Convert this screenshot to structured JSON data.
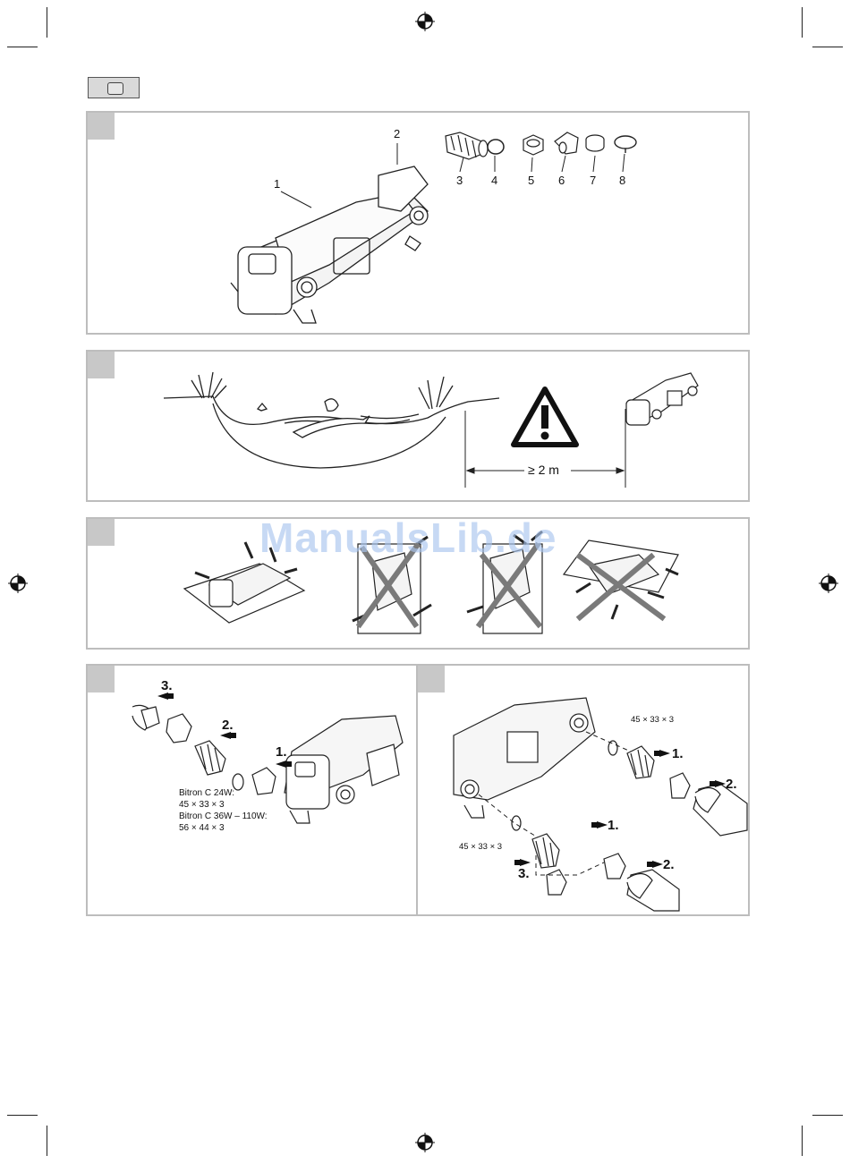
{
  "watermark": "ManualsLib.de",
  "panel_a": {
    "part_labels": [
      "1",
      "2",
      "3",
      "4",
      "5",
      "6",
      "7",
      "8"
    ]
  },
  "panel_b": {
    "distance_label": "≥ 2 m"
  },
  "panel_d": {
    "steps": [
      "3.",
      "2.",
      "1."
    ],
    "spec_lines": [
      "Bitron C 24W:",
      "45 × 33 × 3",
      "Bitron C 36W – 110W:",
      "56 × 44 × 3"
    ]
  },
  "panel_e": {
    "ring_top": "45 × 33 × 3",
    "ring_bottom": "45 × 33 × 3",
    "steps_top": [
      "1.",
      "2."
    ],
    "steps_bottom": [
      "1.",
      "2.",
      "3."
    ]
  },
  "colors": {
    "panel_border": "#bdbdbd",
    "corner_fill": "#c8c8c8",
    "cross_gray": "#7a7a7a",
    "watermark": "#aac6ef"
  }
}
